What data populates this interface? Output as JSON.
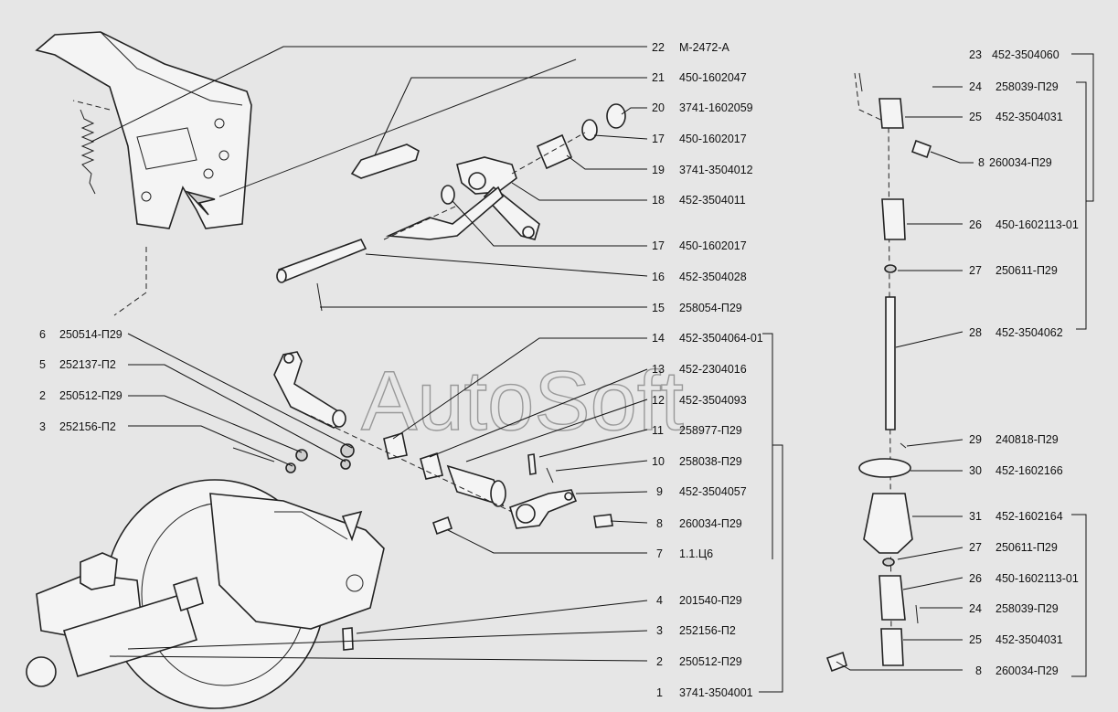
{
  "watermark": "AutoSoft",
  "callouts": [
    {
      "num": "22",
      "code": "М-2472-А"
    },
    {
      "num": "21",
      "code": "450-1602047"
    },
    {
      "num": "20",
      "code": "3741-1602059"
    },
    {
      "num": "17",
      "code": "450-1602017"
    },
    {
      "num": "19",
      "code": "3741-3504012"
    },
    {
      "num": "18",
      "code": "452-3504011"
    },
    {
      "num": "17",
      "code": "450-1602017"
    },
    {
      "num": "16",
      "code": "452-3504028"
    },
    {
      "num": "15",
      "code": "258054-П29"
    },
    {
      "num": "14",
      "code": "452-3504064-01"
    },
    {
      "num": "13",
      "code": "452-2304016"
    },
    {
      "num": "12",
      "code": "452-3504093"
    },
    {
      "num": "11",
      "code": "258977-П29"
    },
    {
      "num": "10",
      "code": "258038-П29"
    },
    {
      "num": "9",
      "code": "452-3504057"
    },
    {
      "num": "8",
      "code": "260034-П29"
    },
    {
      "num": "7",
      "code": "1.1.Ц6"
    },
    {
      "num": "4",
      "code": "201540-П29"
    },
    {
      "num": "3",
      "code": "252156-П2"
    },
    {
      "num": "2",
      "code": "250512-П29"
    },
    {
      "num": "1",
      "code": "3741-3504001"
    },
    {
      "num": "6",
      "code": "250514-П29"
    },
    {
      "num": "5",
      "code": "252137-П2"
    },
    {
      "num": "2",
      "code": "250512-П29"
    },
    {
      "num": "3",
      "code": "252156-П2"
    },
    {
      "num": "23",
      "code": "452-3504060"
    },
    {
      "num": "24",
      "code": "258039-П29"
    },
    {
      "num": "25",
      "code": "452-3504031"
    },
    {
      "num": "8",
      "code": "260034-П29"
    },
    {
      "num": "26",
      "code": "450-1602113-01"
    },
    {
      "num": "27",
      "code": "250611-П29"
    },
    {
      "num": "28",
      "code": "452-3504062"
    },
    {
      "num": "29",
      "code": "240818-П29"
    },
    {
      "num": "30",
      "code": "452-1602166"
    },
    {
      "num": "31",
      "code": "452-1602164"
    },
    {
      "num": "27",
      "code": "250611-П29"
    },
    {
      "num": "26",
      "code": "450-1602113-01"
    },
    {
      "num": "24",
      "code": "258039-П29"
    },
    {
      "num": "25",
      "code": "452-3504031"
    },
    {
      "num": "8",
      "code": "260034-П29"
    }
  ]
}
